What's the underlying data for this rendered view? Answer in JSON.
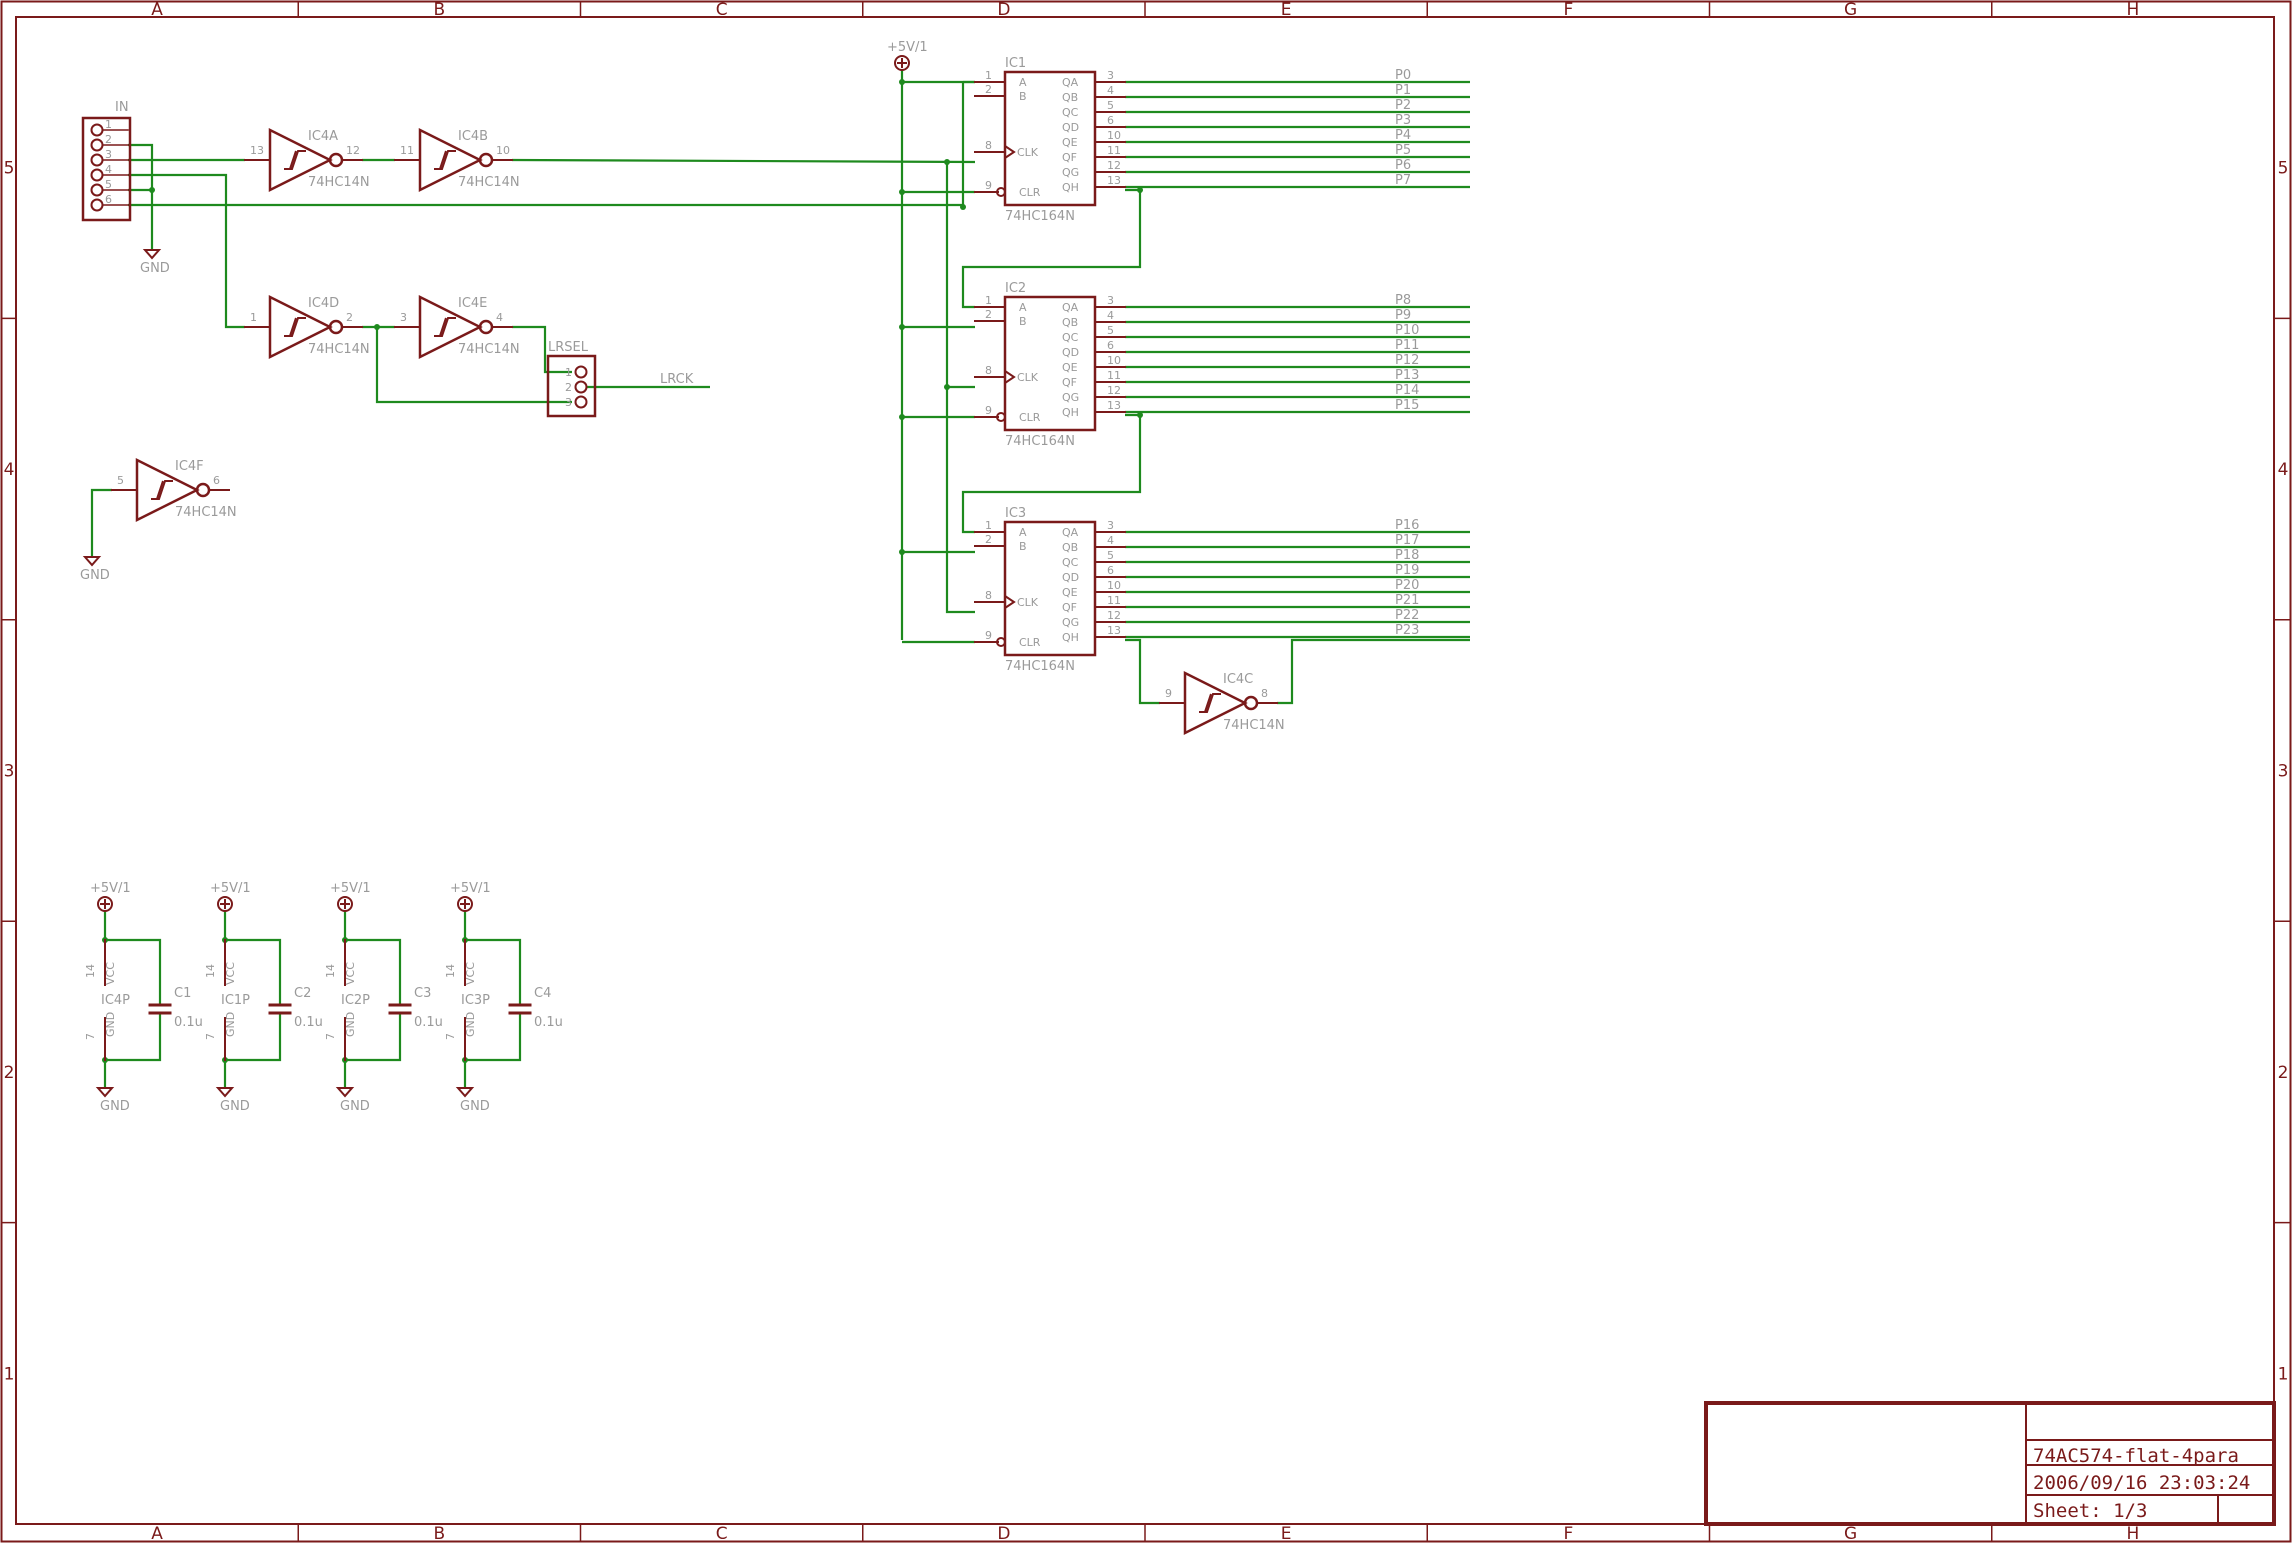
{
  "frame": {
    "columns": [
      "A",
      "B",
      "C",
      "D",
      "E",
      "F",
      "G",
      "H"
    ],
    "rows": [
      "5",
      "4",
      "3",
      "2",
      "1"
    ]
  },
  "title_block": {
    "title": "74AC574-flat-4para",
    "date": "2006/09/16 23:03:24",
    "sheet": "Sheet: 1/3"
  },
  "connector_in": {
    "name": "IN",
    "pins": [
      "1",
      "2",
      "3",
      "4",
      "5",
      "6"
    ]
  },
  "connector_lrsel": {
    "name": "LRSEL",
    "pins": [
      "1",
      "2",
      "3"
    ]
  },
  "net_lrck": "LRCK",
  "supply": {
    "vcc": "+5V/1",
    "gnd": "GND"
  },
  "inverters": [
    {
      "id": "IC4A",
      "part": "74HC14N",
      "in_pin": "13",
      "out_pin": "12"
    },
    {
      "id": "IC4B",
      "part": "74HC14N",
      "in_pin": "11",
      "out_pin": "10"
    },
    {
      "id": "IC4D",
      "part": "74HC14N",
      "in_pin": "1",
      "out_pin": "2"
    },
    {
      "id": "IC4E",
      "part": "74HC14N",
      "in_pin": "3",
      "out_pin": "4"
    },
    {
      "id": "IC4F",
      "part": "74HC14N",
      "in_pin": "5",
      "out_pin": "6"
    },
    {
      "id": "IC4C",
      "part": "74HC14N",
      "in_pin": "9",
      "out_pin": "8"
    }
  ],
  "shift_registers": [
    {
      "id": "IC1",
      "part": "74HC164N",
      "outputs": [
        "P0",
        "P1",
        "P2",
        "P3",
        "P4",
        "P5",
        "P6",
        "P7"
      ]
    },
    {
      "id": "IC2",
      "part": "74HC164N",
      "outputs": [
        "P8",
        "P9",
        "P10",
        "P11",
        "P12",
        "P13",
        "P14",
        "P15"
      ]
    },
    {
      "id": "IC3",
      "part": "74HC164N",
      "outputs": [
        "P16",
        "P17",
        "P18",
        "P19",
        "P20",
        "P21",
        "P22",
        "P23"
      ]
    }
  ],
  "sr_pins": {
    "inputs": [
      {
        "name": "A",
        "pin": "1"
      },
      {
        "name": "B",
        "pin": "2"
      },
      {
        "name": "CLK",
        "pin": "8"
      },
      {
        "name": "CLR",
        "pin": "9"
      }
    ],
    "outputs": [
      {
        "name": "QA",
        "pin": "3"
      },
      {
        "name": "QB",
        "pin": "4"
      },
      {
        "name": "QC",
        "pin": "5"
      },
      {
        "name": "QD",
        "pin": "6"
      },
      {
        "name": "QE",
        "pin": "10"
      },
      {
        "name": "QF",
        "pin": "11"
      },
      {
        "name": "QG",
        "pin": "12"
      },
      {
        "name": "QH",
        "pin": "13"
      }
    ]
  },
  "power_units": [
    {
      "id": "IC4P",
      "cap": "C1",
      "value": "0.1u",
      "vcc_pin": "14",
      "gnd_pin": "7",
      "vcc_label": "VCC",
      "gnd_label": "GND"
    },
    {
      "id": "IC1P",
      "cap": "C2",
      "value": "0.1u",
      "vcc_pin": "14",
      "gnd_pin": "7",
      "vcc_label": "VCC",
      "gnd_label": "GND"
    },
    {
      "id": "IC2P",
      "cap": "C3",
      "value": "0.1u",
      "vcc_pin": "14",
      "gnd_pin": "7",
      "vcc_label": "VCC",
      "gnd_label": "GND"
    },
    {
      "id": "IC3P",
      "cap": "C4",
      "value": "0.1u",
      "vcc_pin": "14",
      "gnd_pin": "7",
      "vcc_label": "VCC",
      "gnd_label": "GND"
    }
  ],
  "colors": {
    "symbol": "#7a1a1a",
    "wire": "#1e8a1e",
    "label": "#9a9a9a"
  }
}
